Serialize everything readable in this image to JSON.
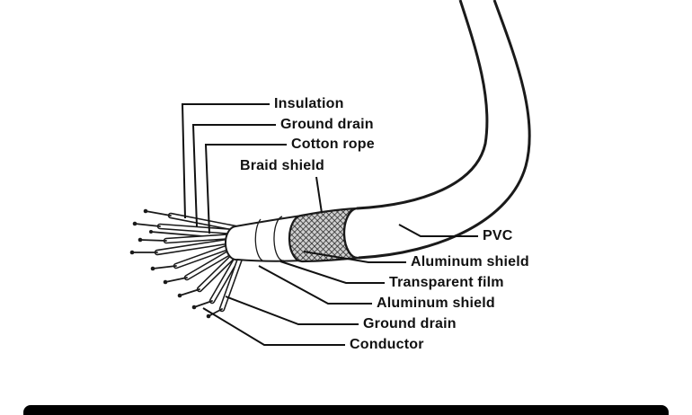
{
  "labels": {
    "insulation": "Insulation",
    "ground_drain_top": "Ground drain",
    "cotton_rope": "Cotton rope",
    "braid_shield": "Braid shield",
    "pvc": "PVC",
    "aluminum_shield_outer": "Aluminum shield",
    "transparent_film": "Transparent film",
    "aluminum_shield_inner": "Aluminum shield",
    "ground_drain_bottom": "Ground drain",
    "conductor": "Conductor"
  },
  "colors": {
    "ink": "#1a1a1a",
    "background": "#ffffff",
    "braid_base": "#cfcfcf",
    "bottom_bar": "#000000"
  }
}
